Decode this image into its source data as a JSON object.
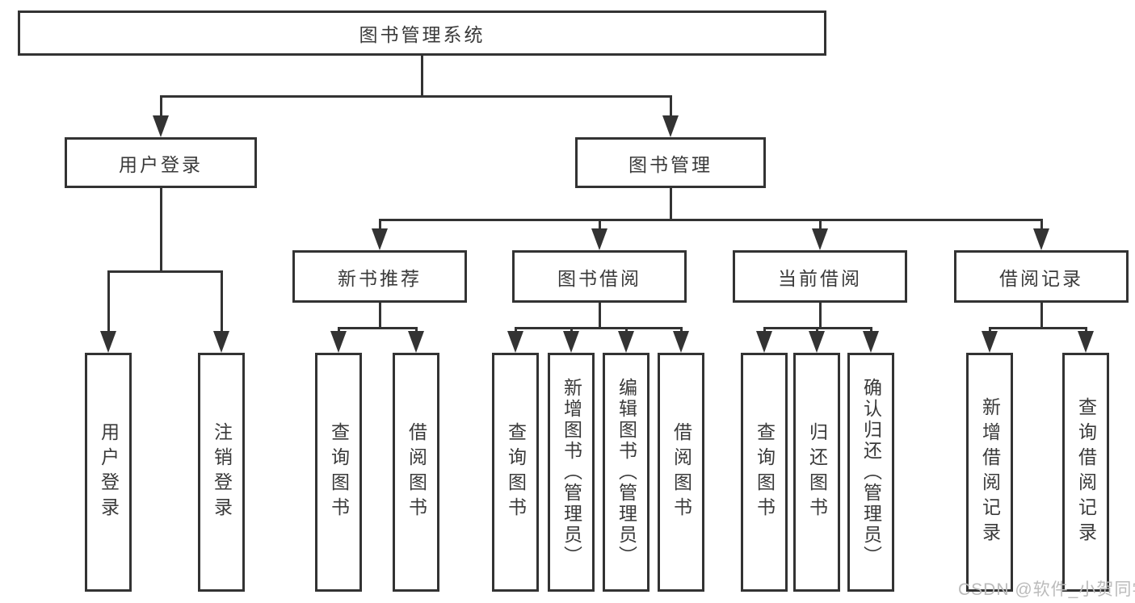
{
  "tree": {
    "root": "图书管理系统",
    "branches": [
      {
        "label": "用户登录",
        "children": [
          "用户登录",
          "注销登录"
        ]
      },
      {
        "label": "图书管理",
        "sub": [
          {
            "label": "新书推荐",
            "children": [
              "查询图书",
              "借阅图书"
            ]
          },
          {
            "label": "图书借阅",
            "children": [
              "查询图书",
              "新增图书（管理员）",
              "编辑图书（管理员）",
              "借阅图书"
            ]
          },
          {
            "label": "当前借阅",
            "children": [
              "查询图书",
              "归还图书",
              "确认归还（管理员）"
            ]
          },
          {
            "label": "借阅记录",
            "children": [
              "新增借阅记录",
              "查询借阅记录"
            ]
          }
        ]
      }
    ]
  },
  "watermark": {
    "text": "CSDN @软件_小贺同学",
    "color": "#bbbbbb"
  },
  "colors": {
    "line": "#333333",
    "box_border": "#333333",
    "text": "#3a3a3a",
    "background": "#ffffff"
  }
}
